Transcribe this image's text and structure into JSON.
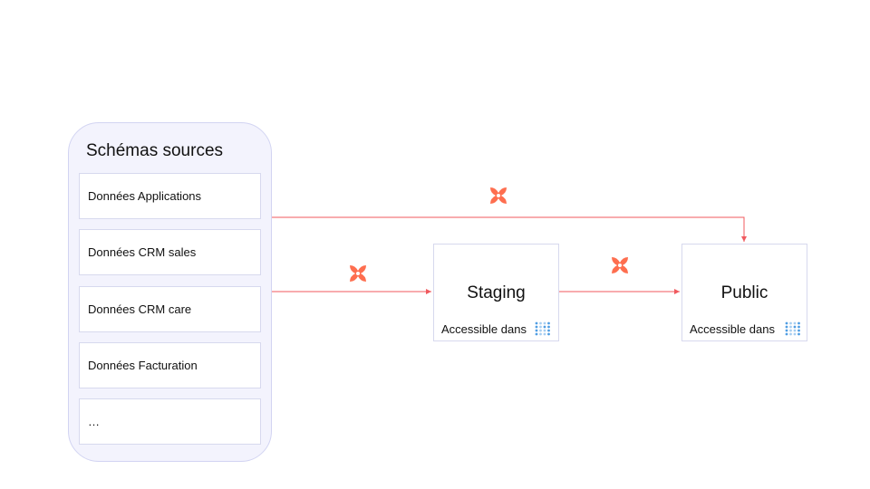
{
  "sources": {
    "title": "Schémas sources",
    "items": [
      "Données Applications",
      "Données CRM sales",
      "Données CRM care",
      "Données Facturation",
      "…"
    ]
  },
  "nodes": {
    "staging": {
      "title": "Staging",
      "subtitle": "Accessible dans",
      "icon": "metabase-icon"
    },
    "public": {
      "title": "Public",
      "subtitle": "Accessible dans",
      "icon": "metabase-icon"
    }
  },
  "edges": [
    {
      "from": "Données Applications",
      "to": "Public",
      "icon": "dbt-icon"
    },
    {
      "from": "Schémas sources",
      "to": "Staging",
      "icon": "dbt-icon"
    },
    {
      "from": "Staging",
      "to": "Public",
      "icon": "dbt-icon"
    }
  ],
  "colors": {
    "edge": "#f0595e",
    "dbt": "#fe6e4f",
    "panel_bg": "#f3f3fd",
    "panel_border": "#d2d4f2",
    "metabase": "#509ee3"
  }
}
